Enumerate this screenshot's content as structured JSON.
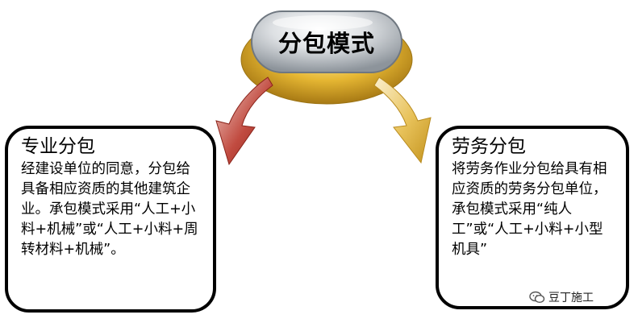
{
  "center": {
    "title": "分包模式"
  },
  "left_box": {
    "title": "专业分包",
    "text": "经建设单位的同意，分包给具备相应资质的其他建筑企业。承包模式采用“人工+小料+机械”或“人工+小料+周转材料+机械”。"
  },
  "right_box": {
    "title": "劳务分包",
    "text": "将劳务作业分包给具有相应资质的劳务分包单位，承包模式采用“纯人工”或“人工+小料+小型机具”"
  },
  "watermark": {
    "text": "豆丁施工"
  },
  "colors": {
    "left_arrow": "#a5312a",
    "right_arrow": "#e2b84a",
    "center_gold": "#d9a520",
    "center_silver": "#c8ccd0",
    "box_border": "#000000"
  }
}
